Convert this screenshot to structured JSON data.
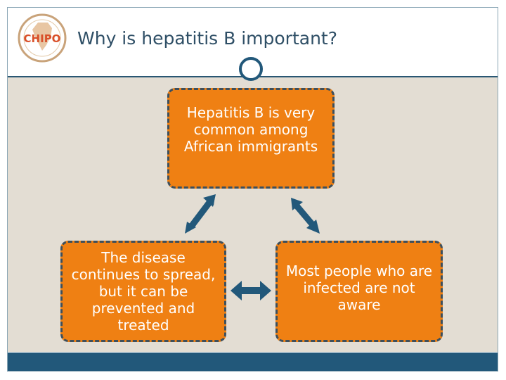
{
  "header": {
    "title": "Why is hepatitis B important?",
    "logo_text": "CHIPO"
  },
  "diagram": {
    "top_box": "Hepatitis B is very common among African immigrants",
    "left_box": "The disease continues to spread, but it can be prevented and treated",
    "right_box": "Most people who are infected are not aware"
  },
  "colors": {
    "box_fill": "#ef8013",
    "box_border": "#3d4f5c",
    "arrow": "#22587a",
    "background": "#e3ddd3",
    "bar": "#22587a"
  }
}
